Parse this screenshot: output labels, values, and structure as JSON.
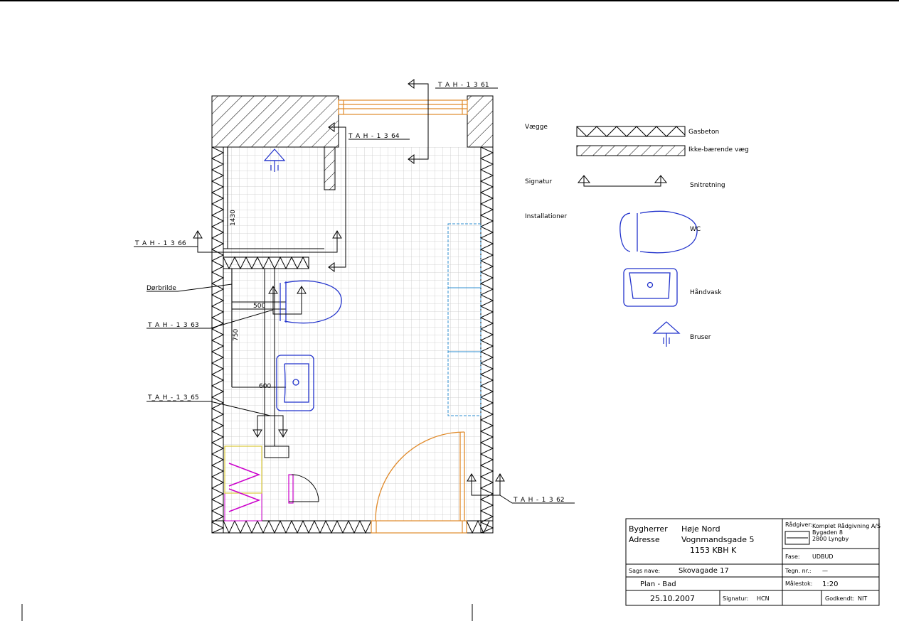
{
  "drawing": {
    "section_labels": {
      "s61": "T_A_H_-_1_3_61",
      "s64": "T_A_H_-_1_3_64",
      "s66": "T_A_H_-_1_3_66",
      "s63": "T_A_H_-_1_3_63",
      "s65": "T_A_H_-_1_3_65",
      "s62": "T_A_H_-_1_3_62"
    },
    "annotations": {
      "dim_1430": "1430",
      "dim_500": "500",
      "dim_750": "750",
      "dim_600": "600",
      "leader_label": "Dørbrilde"
    }
  },
  "legend": {
    "walls_label": "Vægge",
    "wall_type_1": "Gasbeton",
    "wall_type_2": "Ikke-bærende væg",
    "signature_label": "Signatur",
    "section_line_label": "Snitretning",
    "installations_label": "Installationer",
    "wc_label": "WC",
    "basin_label": "Håndvask",
    "shower_label": "Bruser"
  },
  "title_block": {
    "owner_label": "Bygherrer",
    "owner_value": "Høje Nord",
    "address_label": "Adresse",
    "address_line1": "Vognmandsgade 5",
    "address_line2": "1153 KBH K",
    "architect_label": "Rådgiver:",
    "architect_name": "Komplet Rådgivning A/S",
    "architect_street": "Bygaden 8",
    "architect_city": "2800 Lyngby",
    "phase_label": "Fase:",
    "phase_value": "UDBUD",
    "project_label": "Sags nave:",
    "project_value": "Skovagade 17",
    "drawing_no_label": "Tegn. nr.:",
    "drawing_no_value": "—",
    "plan_title": "Plan - Bad",
    "scale_label": "Målestok:",
    "scale_value": "1:20",
    "date_value": "25.10.2007",
    "signature_label": "Signatur:",
    "signature_value": "HCN",
    "checked_label": "Godkendt:",
    "checked_value": "NIT"
  }
}
